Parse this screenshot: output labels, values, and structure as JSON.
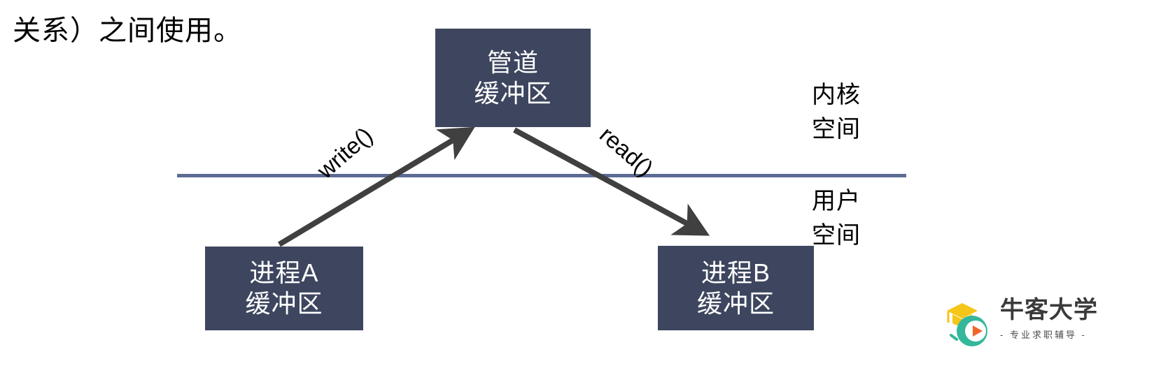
{
  "slide": {
    "background_color": "#ffffff",
    "body_text": "关系）之间使用。"
  },
  "diagram": {
    "box_fill_color": "#3d465e",
    "box_text_color": "#ffffff",
    "divider_color": "#5b6b94",
    "arrow_color": "#404040",
    "nodes": [
      {
        "id": "pipe-buffer",
        "name": "管道缓冲区",
        "line1": "管道",
        "line2": "缓冲区",
        "region": "内核空间"
      },
      {
        "id": "process-a",
        "name": "进程A缓冲区",
        "line1": "进程A",
        "line2": "缓冲区",
        "region": "用户空间"
      },
      {
        "id": "process-b",
        "name": "进程B缓冲区",
        "line1": "进程B",
        "line2": "缓冲区",
        "region": "用户空间"
      }
    ],
    "arrows": [
      {
        "id": "write-arrow",
        "label": "write()",
        "from": "进程A缓冲区",
        "to": "管道缓冲区"
      },
      {
        "id": "read-arrow",
        "label": "read()",
        "from": "管道缓冲区",
        "to": "进程B缓冲区"
      }
    ],
    "space_labels": {
      "kernel_line1": "内核",
      "kernel_line2": "空间",
      "user_line1": "用户",
      "user_line2": "空间"
    }
  },
  "logo": {
    "title": "牛客大学",
    "subtitle": "- 专业求职辅导 -",
    "cap_color": "#f5c518",
    "circle_color": "#34b79a",
    "play_color": "#f0662a",
    "text_color": "#3a3a3a"
  }
}
